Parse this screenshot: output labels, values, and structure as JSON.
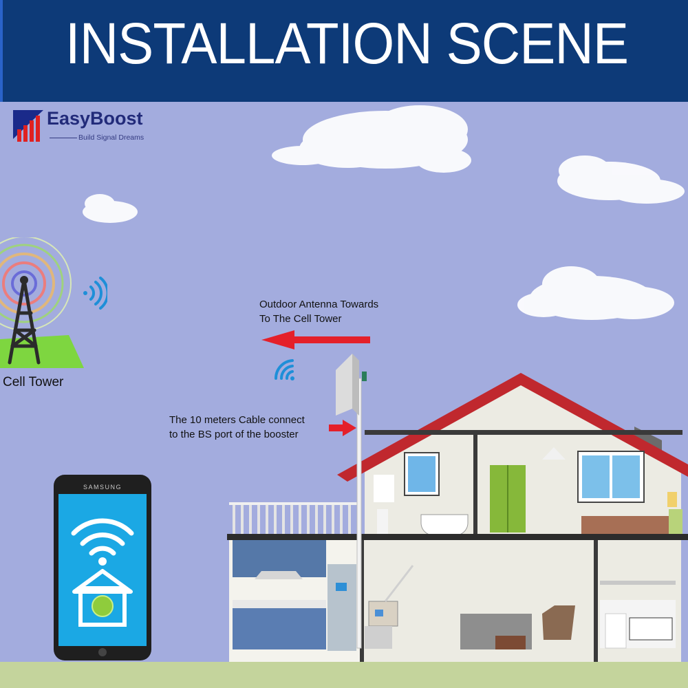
{
  "banner": {
    "title": "INSTALLATION SCENE"
  },
  "logo": {
    "name": "EasyBoost",
    "tagline": "Build Signal Dreams"
  },
  "tower": {
    "label": "Cell Tower"
  },
  "outdoor_antenna": {
    "line1": "Outdoor Antenna Towards",
    "line2": "To The Cell Tower"
  },
  "cable": {
    "line1": "The 10 meters Cable connect",
    "line2": "to the BS port of the booster"
  },
  "phone": {
    "brand": "SAMSUNG"
  },
  "colors": {
    "banner": "#0d3a78",
    "sky": "#a3acde",
    "roof": "#c0282e",
    "signal": "#1e8fd8",
    "arrow": "#e4202a",
    "ground": "#c4d49c"
  }
}
